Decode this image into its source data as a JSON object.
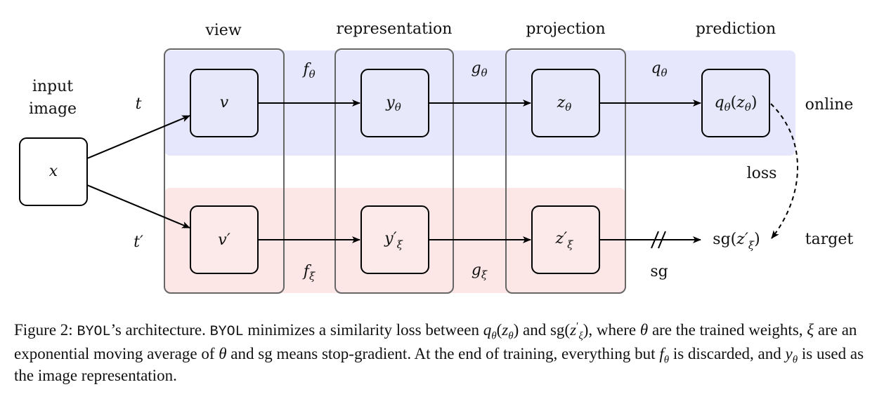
{
  "diagram": {
    "columns": {
      "view": "view",
      "representation": "representation",
      "projection": "projection",
      "prediction": "prediction"
    },
    "input_label_line1": "input",
    "input_label_line2": "image",
    "input_node": "x",
    "online": {
      "row_label": "online",
      "transform": "t",
      "view_node": "v",
      "encoder": "f",
      "encoder_sub": "θ",
      "rep_node": "y",
      "rep_sub": "θ",
      "projector": "g",
      "projector_sub": "θ",
      "proj_node": "z",
      "proj_sub": "θ",
      "predictor": "q",
      "predictor_sub": "θ",
      "pred_node_a": "q",
      "pred_node_a_sub": "θ",
      "pred_node_paren_open": "(",
      "pred_node_b": "z",
      "pred_node_b_sub": "θ",
      "pred_node_paren_close": ")"
    },
    "target": {
      "row_label": "target",
      "transform": "t′",
      "view_node": "v′",
      "encoder": "f",
      "encoder_sub": "ξ",
      "rep_node": "y′",
      "rep_sub": "ξ",
      "projector": "g",
      "projector_sub": "ξ",
      "proj_node": "z′",
      "proj_sub": "ξ",
      "sg_label": "sg",
      "out_sg": "sg(",
      "out_z": "z′",
      "out_sub": "ξ",
      "out_close": ")"
    },
    "loss_label": "loss",
    "colors": {
      "online_band": "#e6e6fc",
      "target_band": "#fde6e6",
      "online_node": "#e8e8fb",
      "target_node": "#fce9e9",
      "column_border": "#666666",
      "stroke": "#000000"
    }
  },
  "caption": {
    "figure": "Figure 2:",
    "byol1": "BYOL",
    "t1": "’s architecture.",
    "byol2": "BYOL",
    "t2": "minimizes a similarity loss between",
    "q": "q",
    "q_sub": "θ",
    "z1": "z",
    "z1_sub": "θ",
    "and_sg": "and sg(",
    "z2": "z",
    "z2_sub": "ξ",
    "z2_sup": "′",
    "t3": "), where",
    "theta": "θ",
    "t4": "are the trained weights,",
    "xi": "ξ",
    "t5": "are an exponential moving average of",
    "theta2": "θ",
    "t6": "and sg means stop-gradient. At the end of training, everything but",
    "f": "f",
    "f_sub": "θ",
    "t7": "is discarded, and",
    "y": "y",
    "y_sub": "θ",
    "t8": "is used as the image representation."
  }
}
